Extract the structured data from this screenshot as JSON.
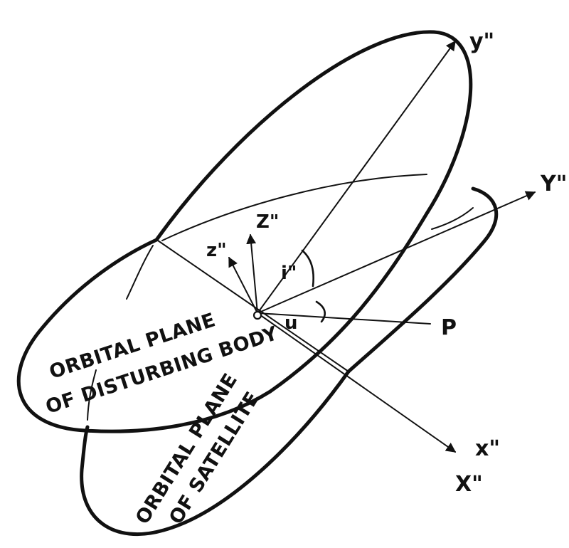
{
  "axes": {
    "y_pp_lower": "y\"",
    "Y_pp_upper": "Y\"",
    "x_pp_lower": "x\"",
    "X_pp_upper": "X\"",
    "z_pp_lower": "z\"",
    "Z_pp_upper": "Z\""
  },
  "angles": {
    "inclination": "i\"",
    "u": "u"
  },
  "points": {
    "P": "P"
  },
  "planes": {
    "disturbing_line1": "ORBITAL PLANE",
    "disturbing_line2": "OF DISTURBING BODY",
    "satellite_line1": "ORBITAL PLANE",
    "satellite_line2": "OF SATELLITE"
  }
}
